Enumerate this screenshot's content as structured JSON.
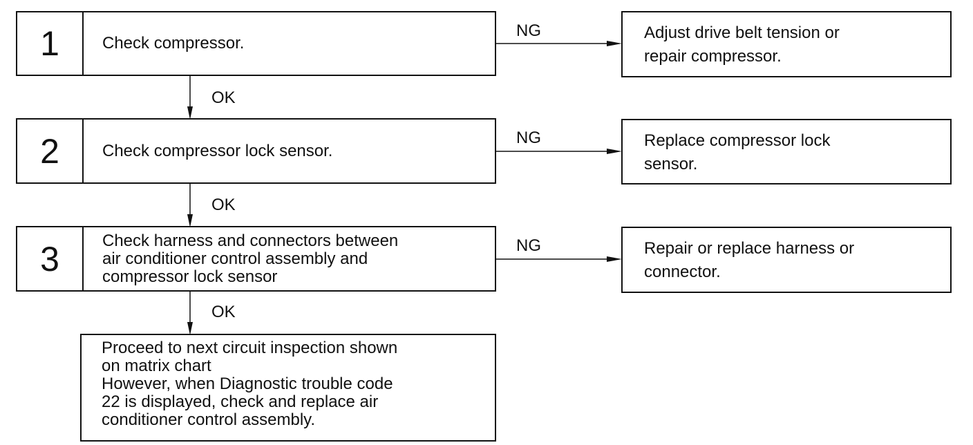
{
  "steps": [
    {
      "number": "1",
      "check": "Check compressor.",
      "ng_label": "NG",
      "ng_action": "Adjust drive belt tension or\nrepair compressor.",
      "ok_label": "OK"
    },
    {
      "number": "2",
      "check": "Check compressor lock sensor.",
      "ng_label": "NG",
      "ng_action": "Replace compressor lock\nsensor.",
      "ok_label": "OK"
    },
    {
      "number": "3",
      "check": "Check harness and connectors between\nair conditioner control assembly and\ncompressor lock sensor",
      "ng_label": "NG",
      "ng_action": "Repair or replace harness or\nconnector.",
      "ok_label": "OK"
    }
  ],
  "final": "Proceed to next circuit inspection shown\non matrix chart\nHowever, when Diagnostic trouble code\n22 is displayed, check and replace air\nconditioner control assembly."
}
